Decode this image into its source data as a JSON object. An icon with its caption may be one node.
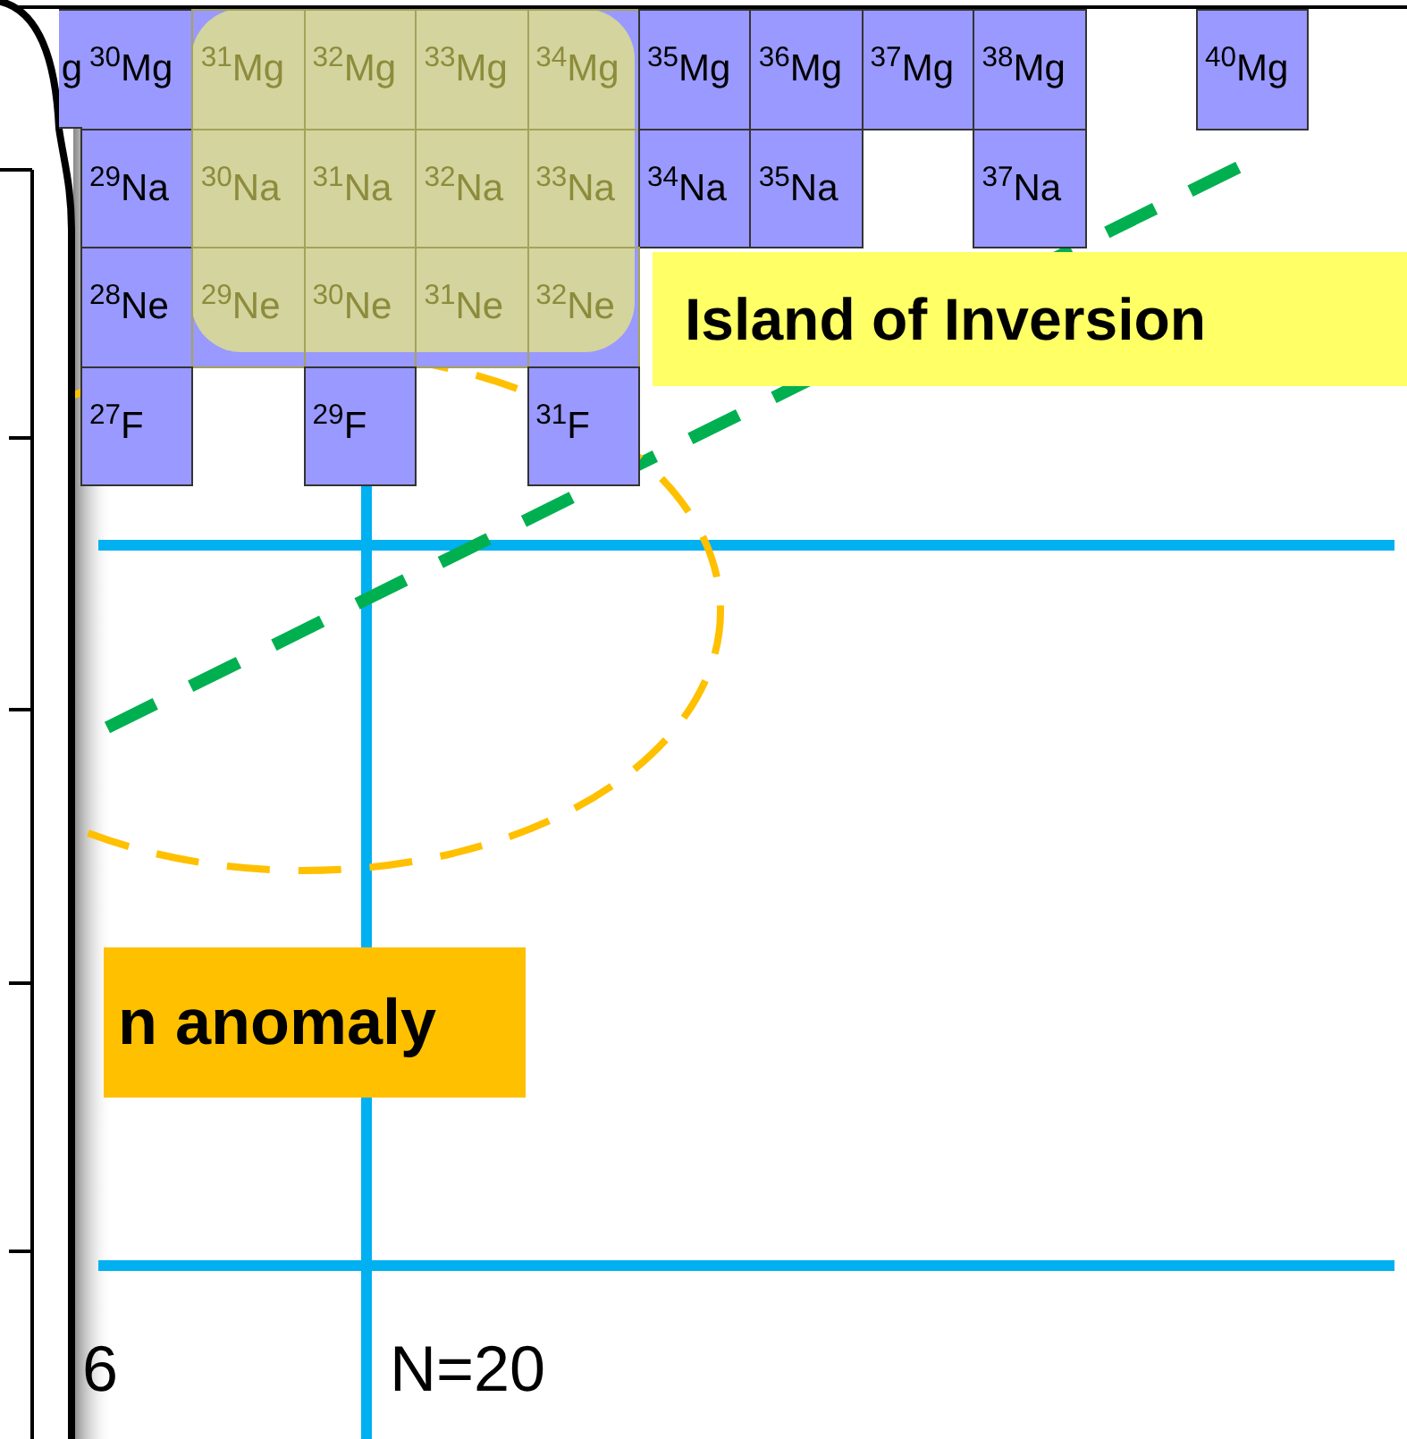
{
  "diagram": {
    "nodes": [
      {
        "text": [
          "g"
        ]
      },
      {
        "text": [
          "$^{30}$Mg"
        ]
      },
      {
        "text": [
          "$^{31}$Mg"
        ]
      },
      {
        "text": [
          "$^{32}$Mg"
        ]
      },
      {
        "text": [
          "$^{33}$Mg"
        ]
      },
      {
        "text": [
          "$^{34}$Mg"
        ]
      },
      {
        "text": [
          "$^{35}$Mg"
        ]
      },
      {
        "text": [
          "$^{36}$Mg"
        ]
      },
      {
        "text": [
          "$^{37}$Mg"
        ]
      },
      {
        "text": [
          "$^{38}$Mg"
        ]
      },
      {
        "text": [
          "$^{40}$Mg"
        ]
      },
      {
        "text": [
          "$^{29}$Na"
        ]
      },
      {
        "text": [
          "$^{30}$Na"
        ]
      },
      {
        "text": [
          "$^{31}$Na"
        ]
      },
      {
        "text": [
          "$^{32}$Na"
        ]
      },
      {
        "text": [
          "$^{33}$Na"
        ]
      },
      {
        "text": [
          "$^{34}$Na"
        ]
      },
      {
        "text": [
          "$^{35}$Na"
        ]
      },
      {
        "text": [
          "$^{37}$Na"
        ]
      },
      {
        "text": [
          "$^{28}$Ne"
        ]
      },
      {
        "text": [
          "$^{29}$Ne"
        ]
      },
      {
        "text": [
          "$^{30}$Ne"
        ]
      },
      {
        "text": [
          "$^{31}$Ne"
        ]
      },
      {
        "text": [
          "$^{32}$Ne"
        ]
      },
      {
        "text": [
          "Island of Inversion"
        ]
      },
      {
        "text": [
          "$^{27}$F"
        ]
      },
      {
        "text": [
          "$^{29}$F"
        ]
      },
      {
        "text": [
          "$^{31}$F"
        ]
      },
      {
        "text": [
          "n anomaly"
        ]
      }
    ],
    "labels": [
      "6",
      "N=20"
    ]
  }
}
